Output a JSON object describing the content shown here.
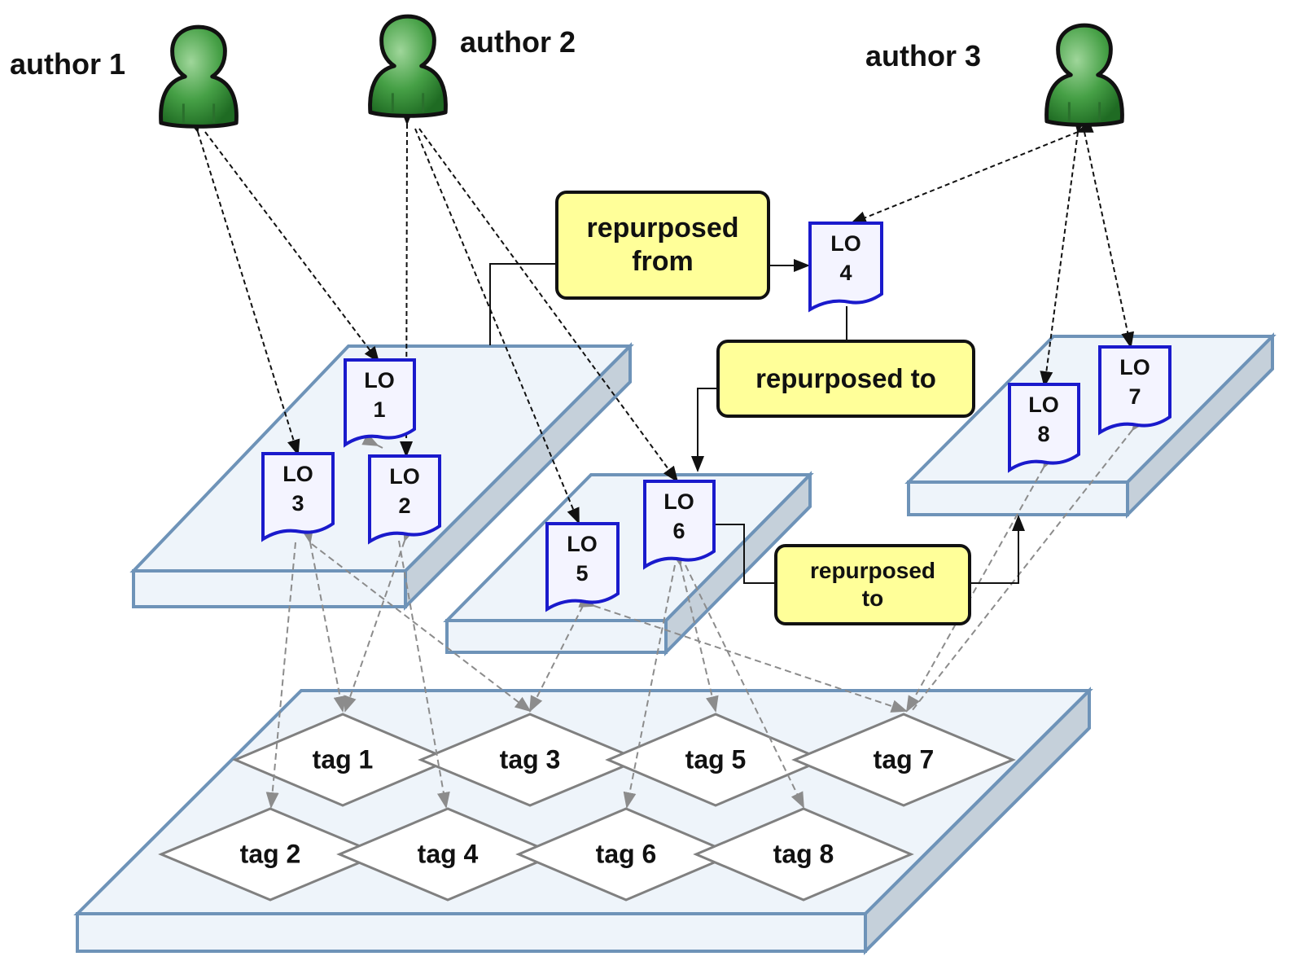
{
  "authors": [
    {
      "id": "author1",
      "label": "author 1",
      "icon": "person-icon",
      "color": "#3f9a3f"
    },
    {
      "id": "author2",
      "label": "author 2",
      "icon": "person-icon",
      "color": "#3f9a3f"
    },
    {
      "id": "author3",
      "label": "author 3",
      "icon": "person-icon",
      "color": "#3f9a3f"
    }
  ],
  "learning_objects": [
    {
      "id": "lo1",
      "line1": "LO",
      "line2": "1"
    },
    {
      "id": "lo2",
      "line1": "LO",
      "line2": "2"
    },
    {
      "id": "lo3",
      "line1": "LO",
      "line2": "3"
    },
    {
      "id": "lo4",
      "line1": "LO",
      "line2": "4"
    },
    {
      "id": "lo5",
      "line1": "LO",
      "line2": "5"
    },
    {
      "id": "lo6",
      "line1": "LO",
      "line2": "6"
    },
    {
      "id": "lo7",
      "line1": "LO",
      "line2": "7"
    },
    {
      "id": "lo8",
      "line1": "LO",
      "line2": "8"
    }
  ],
  "tags": [
    "tag 1",
    "tag 2",
    "tag 3",
    "tag 4",
    "tag 5",
    "tag 6",
    "tag 7",
    "tag 8"
  ],
  "relations": {
    "repurposed_from": {
      "line1": "repurposed",
      "line2": "from"
    },
    "repurposed_to_a": {
      "line1": "repurposed to",
      "line2": ""
    },
    "repurposed_to_b": {
      "line1": "repurposed",
      "line2": "to"
    }
  },
  "colors": {
    "platform_fill": "#eef4fa",
    "platform_side": "#c5d0da",
    "platform_stroke": "#6e93b8",
    "doc_stroke": "#1a1acc",
    "doc_fill": "#f4f4ff",
    "relation_fill": "#ffff99",
    "tag_stroke": "#808080",
    "author_link": "#111111",
    "tag_link": "#8c8c8c"
  }
}
